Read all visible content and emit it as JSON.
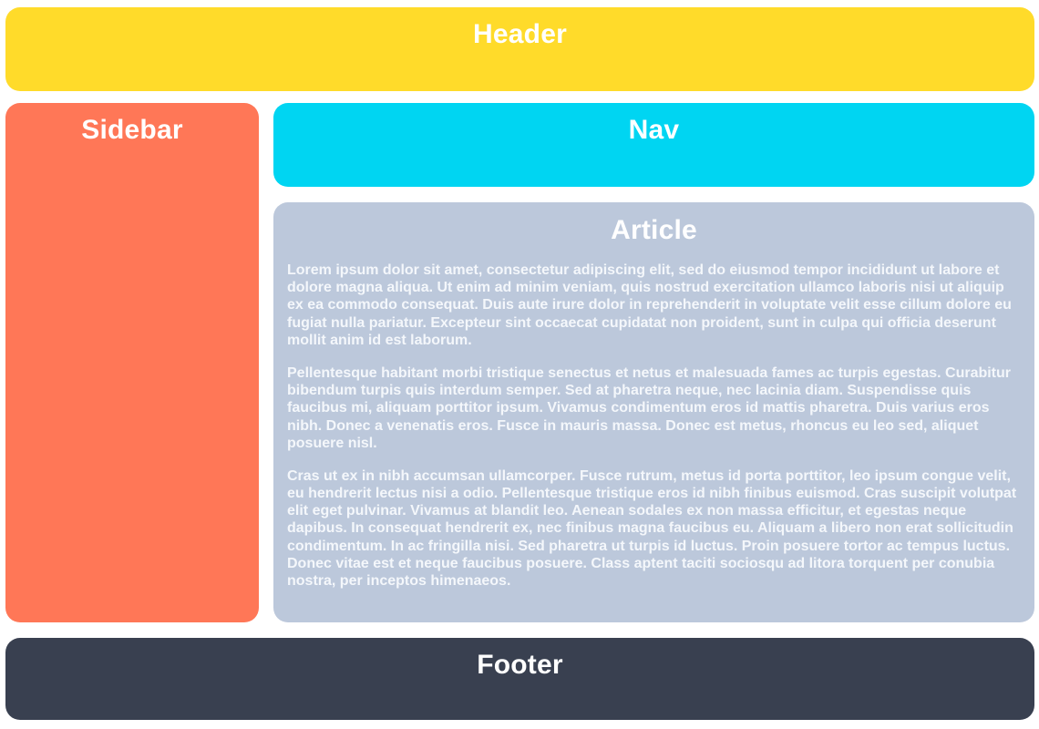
{
  "header": {
    "title": "Header"
  },
  "sidebar": {
    "title": "Sidebar"
  },
  "nav": {
    "title": "Nav"
  },
  "article": {
    "title": "Article",
    "paragraphs": [
      "Lorem ipsum dolor sit amet, consectetur adipiscing elit, sed do eiusmod tempor incididunt ut labore et dolore magna aliqua. Ut enim ad minim veniam, quis nostrud exercitation ullamco laboris nisi ut aliquip ex ea commodo consequat. Duis aute irure dolor in reprehenderit in voluptate velit esse cillum dolore eu fugiat nulla pariatur. Excepteur sint occaecat cupidatat non proident, sunt in culpa qui officia deserunt mollit anim id est laborum.",
      "Pellentesque habitant morbi tristique senectus et netus et malesuada fames ac turpis egestas. Curabitur bibendum turpis quis interdum semper. Sed at pharetra neque, nec lacinia diam. Suspendisse quis faucibus mi, aliquam porttitor ipsum. Vivamus condimentum eros id mattis pharetra. Duis varius eros nibh. Donec a venenatis eros. Fusce in mauris massa. Donec est metus, rhoncus eu leo sed, aliquet posuere nisl.",
      "Cras ut ex in nibh accumsan ullamcorper. Fusce rutrum, metus id porta porttitor, leo ipsum congue velit, eu hendrerit lectus nisi a odio. Pellentesque tristique eros id nibh finibus euismod. Cras suscipit volutpat elit eget pulvinar. Vivamus at blandit leo. Aenean sodales ex non massa efficitur, et egestas neque dapibus. In consequat hendrerit ex, nec finibus magna faucibus eu. Aliquam a libero non erat sollicitudin condimentum. In ac fringilla nisi. Sed pharetra ut turpis id luctus. Proin posuere tortor ac tempus luctus. Donec vitae est et neque faucibus posuere. Class aptent taciti sociosqu ad litora torquent per conubia nostra, per inceptos himenaeos."
    ]
  },
  "footer": {
    "title": "Footer"
  },
  "colors": {
    "header_bg": "#FFDB2A",
    "sidebar_bg": "#FF7757",
    "nav_bg": "#00D5F2",
    "article_bg": "#BCC8DB",
    "footer_bg": "#394050",
    "text": "#FFFFFF"
  }
}
